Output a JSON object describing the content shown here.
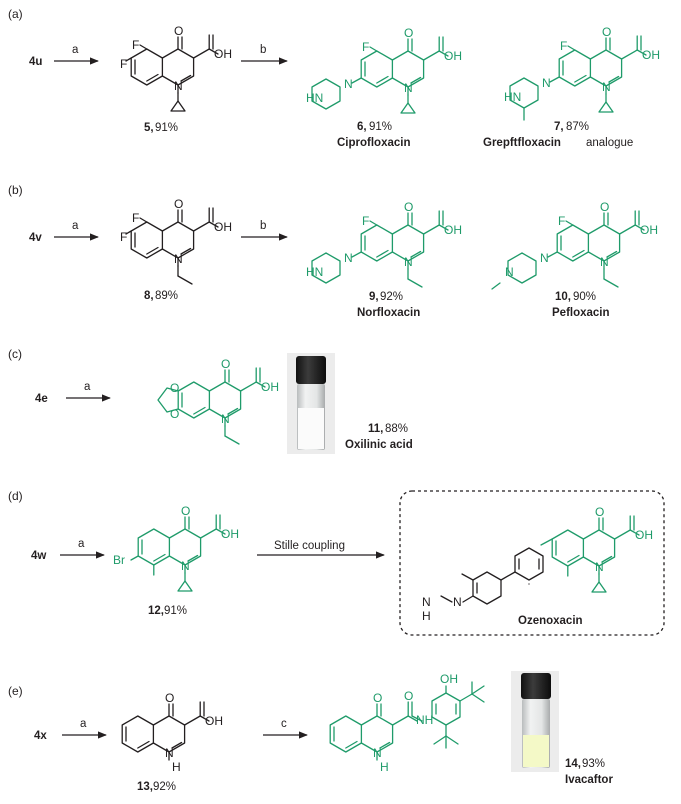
{
  "colors": {
    "product": "#1f9b6a",
    "reactant": "#231f20",
    "box": "#231f20"
  },
  "panels": {
    "a": {
      "label": "(a)",
      "start": "4u",
      "arrow1": "a",
      "arrow2": "b",
      "int_num": "5",
      "int_yield": "91%",
      "p1_num": "6",
      "p1_yield": "91%",
      "p1_name": "Ciprofloxacin",
      "p2_num": "7",
      "p2_yield": "87%",
      "p2_name": "Grepftfloxacin",
      "p2_suffix": "analogue"
    },
    "b": {
      "label": "(b)",
      "start": "4v",
      "arrow1": "a",
      "arrow2": "b",
      "int_num": "8",
      "int_yield": "89%",
      "p1_num": "9",
      "p1_yield": "92%",
      "p1_name": "Norfloxacin",
      "p2_num": "10",
      "p2_yield": "90%",
      "p2_name": "Pefloxacin"
    },
    "c": {
      "label": "(c)",
      "start": "4e",
      "arrow1": "a",
      "p_num": "11",
      "p_yield": "88%",
      "p_name": "Oxilinic acid"
    },
    "d": {
      "label": "(d)",
      "start": "4w",
      "arrow1": "a",
      "coupling": "Stille coupling",
      "int_num": "12",
      "int_yield": "91%",
      "p_name": "Ozenoxacin"
    },
    "e": {
      "label": "(e)",
      "start": "4x",
      "arrow1": "a",
      "arrow2": "c",
      "int_num": "13",
      "int_yield": "92%",
      "p_num": "14",
      "p_yield": "93%",
      "p_name": "Ivacaftor"
    }
  },
  "atoms": {
    "O": "O",
    "OH": "OH",
    "F": "F",
    "N": "N",
    "HN": "HN",
    "NH": "NH",
    "H": "H",
    "N_H": "N",
    "Br": "Br"
  },
  "icons": {
    "vial": "sample-vial-photo"
  }
}
